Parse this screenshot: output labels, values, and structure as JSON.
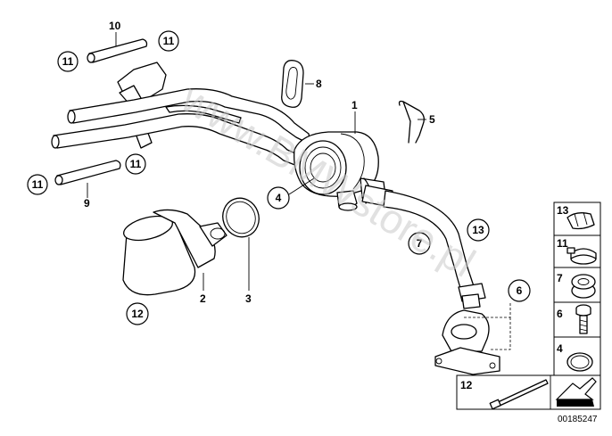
{
  "diagram_id": "00185247",
  "watermark": "www.BMWstore.pl",
  "callouts": {
    "c1": "1",
    "c2": "2",
    "c3": "3",
    "c4": "4",
    "c5": "5",
    "c6": "6",
    "c7": "7",
    "c8": "8",
    "c9": "9",
    "c10": "10",
    "c11a": "11",
    "c11b": "11",
    "c11c": "11",
    "c11d": "11",
    "c12": "12",
    "c13": "13"
  },
  "legend": {
    "items": [
      {
        "label": "13",
        "icon": "hose-clamp-double-icon"
      },
      {
        "label": "11",
        "icon": "hose-clamp-band-icon"
      },
      {
        "label": "7",
        "icon": "grommet-icon"
      },
      {
        "label": "6",
        "icon": "bolt-icon"
      },
      {
        "label": "4",
        "icon": "o-ring-icon"
      }
    ],
    "bottom_label": "12",
    "bottom_icon": "cable-tie-icon",
    "arrow_icon": "arrow-badge-icon"
  }
}
